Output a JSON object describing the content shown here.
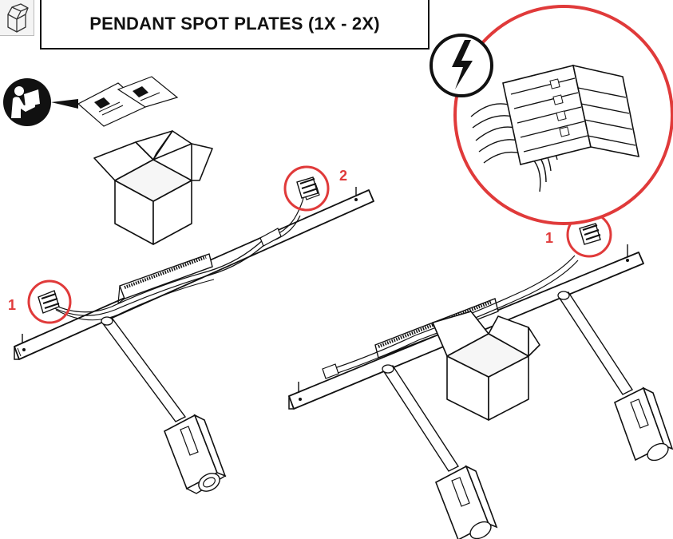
{
  "header": {
    "title": "PENDANT SPOT PLATES (1X - 2X)",
    "box_icon": "box-outline-icon",
    "warning_icon": "electric-hazard-icon",
    "manual_icon": "read-manual-icon"
  },
  "callouts": {
    "left_connector": "1",
    "left_far_connector": "2",
    "right_connector": "1"
  },
  "colors": {
    "accent": "#e03a3a",
    "line": "#111111"
  }
}
